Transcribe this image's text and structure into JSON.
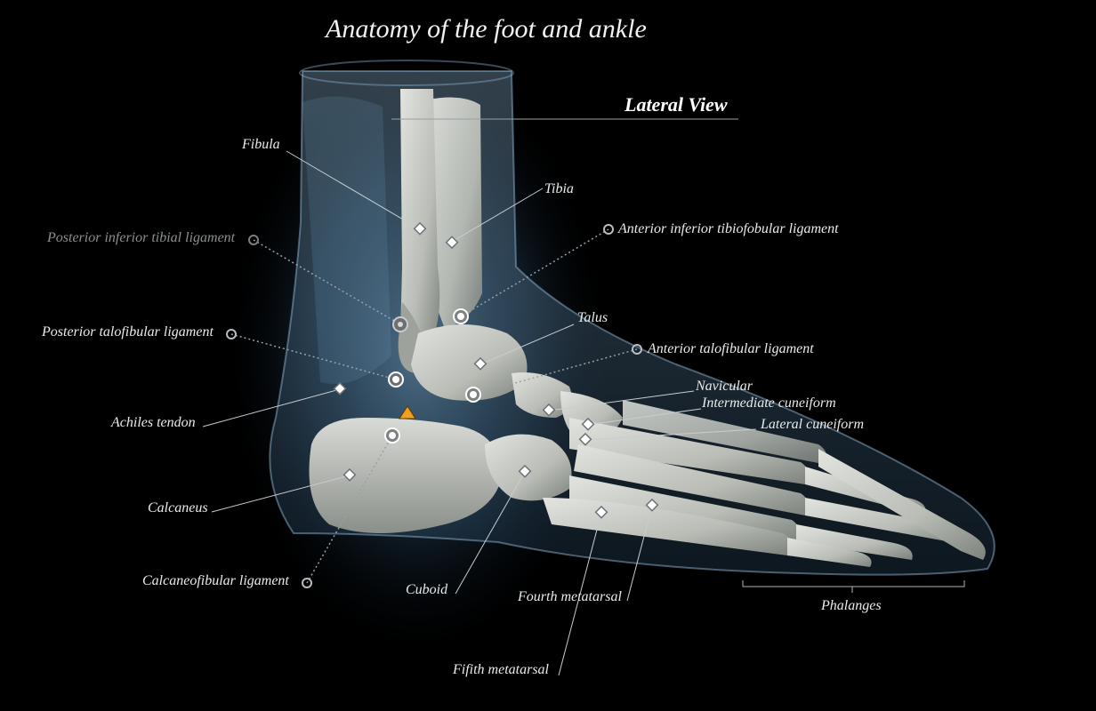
{
  "title": "Anatomy of the foot and ankle",
  "view_label": "Lateral View",
  "labels": {
    "fibula": "Fibula",
    "tibia": "Tibia",
    "posterior_inferior_tibial_ligament": "Posterior inferior tibial ligament",
    "anterior_inferior_tibiofibular_ligament": "Anterior inferior tibiofobular ligament",
    "talus": "Talus",
    "posterior_talofibular_ligament": "Posterior talofibular ligament",
    "anterior_talofibular_ligament": "Anterior talofibular ligament",
    "navicular": "Navicular",
    "intermediate_cuneiform": "Intermediate cuneiform",
    "lateral_cuneiform": "Lateral cuneiform",
    "achiles_tendon": "Achiles tendon",
    "calcaneus": "Calcaneus",
    "calcaneofibular_ligament": "Calcaneofibular ligament",
    "cuboid": "Cuboid",
    "fourth_metatarsal": "Fourth metatarsal",
    "fifth_metatarsal": "Fifith metatarsal",
    "phalanges": "Phalanges"
  },
  "colors": {
    "background": "#000000",
    "bone": "#cfd2cc",
    "soft_tissue": "#6f9fc2",
    "leader_line": "#c9cdd0",
    "warning_marker": "#f0a020"
  },
  "marker_icons": [
    "diamond-marker",
    "ring-marker",
    "warning-triangle"
  ]
}
